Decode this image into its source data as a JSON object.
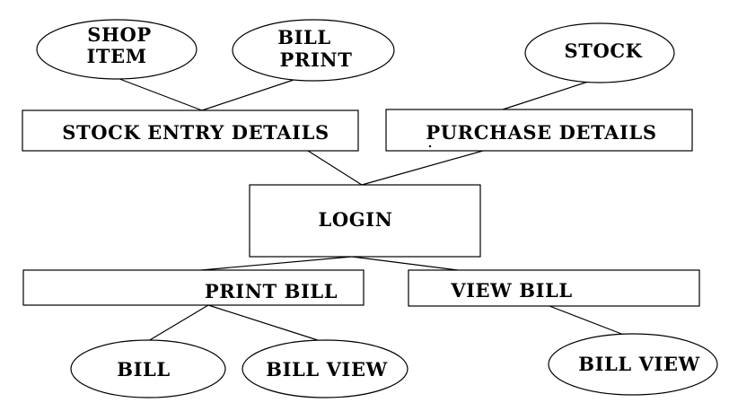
{
  "diagram": {
    "nodes": {
      "shop_item": {
        "lines": [
          "SHOP",
          "ITEM"
        ]
      },
      "bill_print": {
        "lines": [
          "BILL",
          "PRINT"
        ]
      },
      "stock": {
        "lines": [
          "STOCK"
        ]
      },
      "stock_entry_details": {
        "lines": [
          "STOCK ENTRY DETAILS"
        ]
      },
      "purchase_details": {
        "lines": [
          "PURCHASE DETAILS"
        ]
      },
      "login": {
        "lines": [
          "LOGIN"
        ]
      },
      "print_bill": {
        "lines": [
          "PRINT BILL"
        ]
      },
      "view_bill": {
        "lines": [
          "VIEW BILL"
        ]
      },
      "bill": {
        "lines": [
          "BILL"
        ]
      },
      "bill_view_left": {
        "lines": [
          "BILL VIEW"
        ]
      },
      "bill_view_right": {
        "lines": [
          "BILL VIEW"
        ]
      }
    },
    "edges": [
      {
        "from": "shop_item",
        "to": "stock_entry_details"
      },
      {
        "from": "bill_print",
        "to": "stock_entry_details"
      },
      {
        "from": "stock",
        "to": "purchase_details"
      },
      {
        "from": "stock_entry_details",
        "to": "login"
      },
      {
        "from": "purchase_details",
        "to": "login"
      },
      {
        "from": "login",
        "to": "print_bill"
      },
      {
        "from": "login",
        "to": "view_bill"
      },
      {
        "from": "print_bill",
        "to": "bill"
      },
      {
        "from": "print_bill",
        "to": "bill_view_left"
      },
      {
        "from": "view_bill",
        "to": "bill_view_right"
      }
    ]
  }
}
